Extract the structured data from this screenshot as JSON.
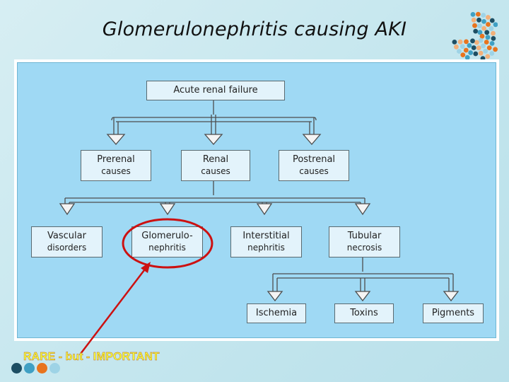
{
  "slide": {
    "title": "Glomerulonephritis causing AKI",
    "callout": "RARE - but - IMPORTANT"
  },
  "diagram": {
    "root": {
      "label": "Acute renal failure"
    },
    "level1": [
      {
        "line1": "Prerenal",
        "line2": "causes"
      },
      {
        "line1": "Renal",
        "line2": "causes"
      },
      {
        "line1": "Postrenal",
        "line2": "causes"
      }
    ],
    "level2": [
      {
        "line1": "Vascular",
        "line2": "disorders"
      },
      {
        "line1": "Glomerulo-",
        "line2": "nephritis"
      },
      {
        "line1": "Interstitial",
        "line2": "nephritis"
      },
      {
        "line1": "Tubular",
        "line2": "necrosis"
      }
    ],
    "level3": [
      {
        "label": "Ischemia"
      },
      {
        "label": "Toxins"
      },
      {
        "label": "Pigments"
      }
    ]
  },
  "colors": {
    "panel": "#9fd9f4",
    "node_fill": "#e3f3fb",
    "highlight_circle": "#cc1111",
    "callout_text": "#f3ff3b",
    "dot_palette": [
      "#1d4e63",
      "#3fa0c4",
      "#e8741e",
      "#9ed3e6",
      "#f2b07a"
    ]
  },
  "icons": {
    "logo": "kidney-dots-logo",
    "decoration": "bullet-dots"
  }
}
